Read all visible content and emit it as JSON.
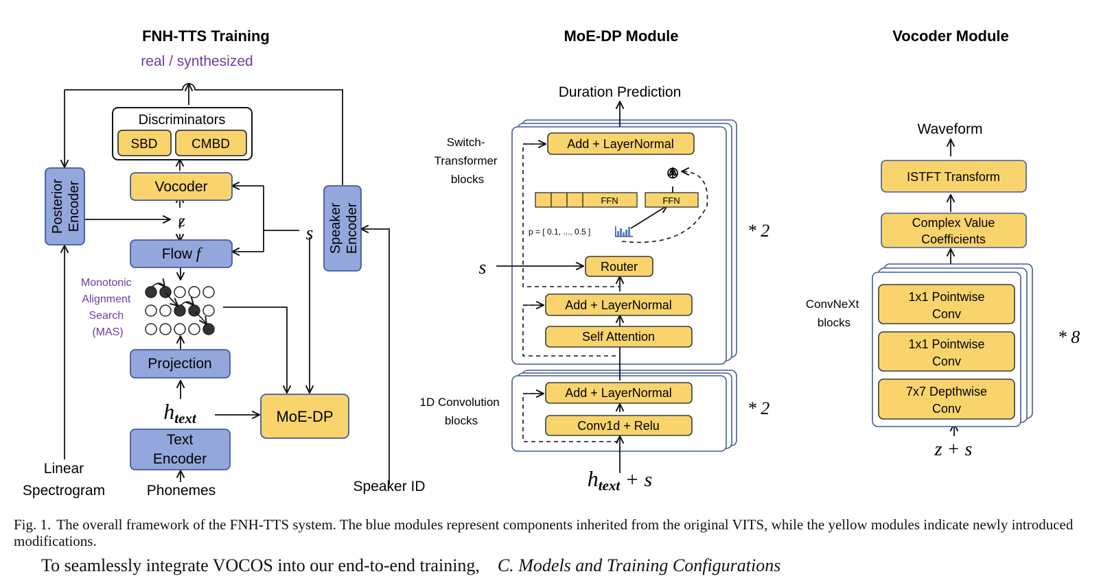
{
  "colors": {
    "blue_fill": "#93a7dd",
    "blue_stroke": "#3f5a9c",
    "yellow_fill": "#f9d46c",
    "yellow_stroke": "#3a3a3a",
    "purple_text": "#6e3aa3"
  },
  "training": {
    "title": "FNH-TTS Training",
    "real_synth_label": "real / synthesized",
    "discriminators_label": "Discriminators",
    "sbd_label": "SBD",
    "cmbd_label": "CMBD",
    "vocoder_label": "Vocoder",
    "z_label": "z",
    "flow_label": "Flow",
    "flow_symbol": "f",
    "s_label": "s",
    "posterior_encoder_label_1": "Posterior",
    "posterior_encoder_label_2": "Encoder",
    "speaker_encoder_label_1": "Speaker",
    "speaker_encoder_label_2": "Encoder",
    "mas_label_lines": [
      "Monotonic",
      "Alignment",
      "Search",
      "(MAS)"
    ],
    "projection_label": "Projection",
    "h_text_label": "h",
    "h_text_sub": "text",
    "moe_dp_label": "MoE-DP",
    "text_encoder_label_1": "Text",
    "text_encoder_label_2": "Encoder",
    "linear_spectrogram_label_1": "Linear",
    "linear_spectrogram_label_2": "Spectrogram",
    "phonemes_label": "Phonemes",
    "speaker_id_label": "Speaker ID"
  },
  "moe_dp": {
    "title": "MoE-DP Module",
    "duration_prediction_label": "Duration Prediction",
    "switch_transformer_label_lines": [
      "Switch-",
      "Transformer",
      "blocks"
    ],
    "add_layernormal_label": "Add + LayerNormal",
    "ffn_label": "FFN",
    "otimes_symbol": "⊗",
    "p_label": "p = [ 0.1, ..., 0.5 ]",
    "s_label": "s",
    "router_label": "Router",
    "self_attention_label": "Self Attention",
    "repeat_label": "* 2",
    "conv_blocks_label_lines": [
      "1D Convolution",
      "blocks"
    ],
    "conv1d_relu_label": "Conv1d + Relu",
    "input_h": "h",
    "input_sub": "text",
    "input_plus_s": " + s"
  },
  "vocoder": {
    "title": "Vocoder Module",
    "waveform_label": "Waveform",
    "istft_label": "ISTFT Transform",
    "complex_value_label_1": "Complex Value",
    "complex_value_label_2": "Coefficients",
    "convnext_blocks_label_lines": [
      "ConvNeXt",
      "blocks"
    ],
    "pointwise_conv_label_1": "1x1 Pointwise",
    "pointwise_conv_label_2": "Conv",
    "depthwise_conv_label_1": "7x7 Depthwise",
    "depthwise_conv_label_2": "Conv",
    "repeat_label": "* 8",
    "input_label": "z + s"
  },
  "caption": {
    "lead": "Fig. 1.",
    "text": "The overall framework of the FNH-TTS system. The blue modules represent components inherited from the original VITS, while the yellow modules indicate newly introduced modifications."
  },
  "next_line": {
    "text": "To seamlessly integrate VOCOS into our end-to-end training,",
    "italic": "C. Models and Training Configurations"
  }
}
